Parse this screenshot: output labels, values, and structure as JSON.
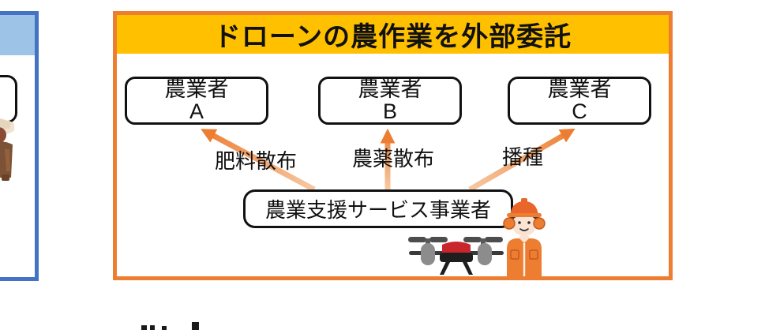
{
  "diagram": {
    "title": "ドローンの農作業を外部委託",
    "farmers": [
      {
        "line1": "農業者",
        "line2": "A"
      },
      {
        "line1": "農業者",
        "line2": "B"
      },
      {
        "line1": "農業者",
        "line2": "C"
      }
    ],
    "tasks": [
      "肥料散布",
      "農薬散布",
      "播種"
    ],
    "provider_label": "農業支援サービス事業者",
    "icons": {
      "drone": "drone-icon",
      "worker": "worker-icon",
      "farmer": "farmer-icon"
    },
    "colors": {
      "frame_orange": "#ED7D31",
      "title_yellow": "#FFC000",
      "arrow_head": "#ED7D31",
      "arrow_tail": "#F6C9A4",
      "left_frame_blue": "#4472C4",
      "left_header_blue": "#9DC3E6",
      "box_outline": "#111111",
      "drone_red": "#C9252D"
    }
  }
}
